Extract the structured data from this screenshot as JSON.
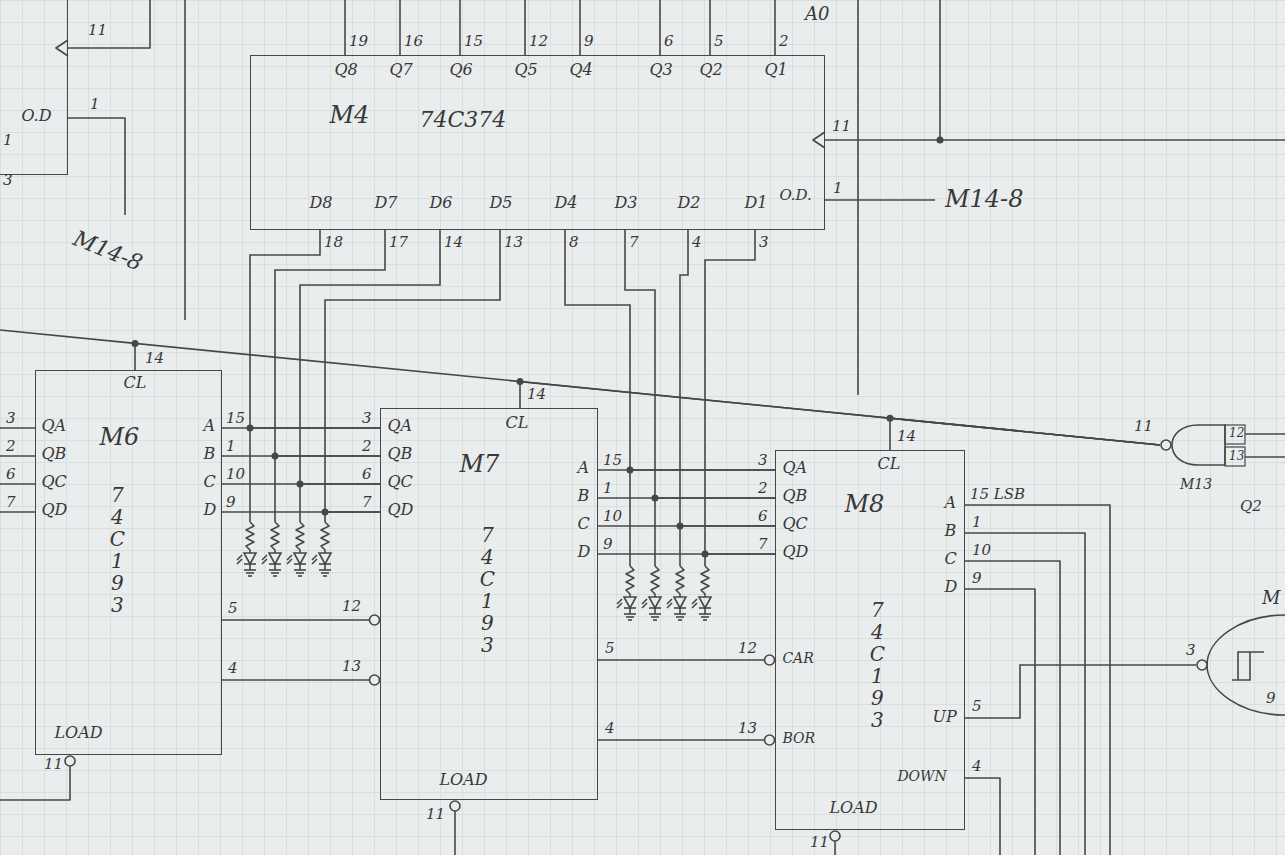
{
  "diagram": {
    "nodes": [
      {
        "text": [
          "O.D"
        ]
      },
      {
        "text": [
          "M4",
          "74C374",
          "Q8",
          "Q7",
          "Q6",
          "Q5",
          "Q4",
          "Q3",
          "Q2",
          "Q1",
          "D8",
          "D7",
          "D6",
          "D5",
          "D4",
          "D3",
          "D2",
          "D1",
          "O.D."
        ]
      },
      {
        "text": [
          "CL",
          "QA",
          "QB",
          "QC",
          "QD",
          "M6",
          "A",
          "B",
          "C",
          "D",
          "74C193",
          "LOAD"
        ]
      },
      {
        "text": [
          "CL",
          "QA",
          "QB",
          "QC",
          "QD",
          "M7",
          "A",
          "B",
          "C",
          "D",
          "74C193",
          "LOAD"
        ]
      },
      {
        "text": [
          "CL",
          "QA",
          "QB",
          "QC",
          "QD",
          "M8",
          "A",
          "B",
          "C",
          "D",
          "74C193",
          "UP",
          "CAR",
          "BOR",
          "DOWN",
          "LOAD"
        ]
      },
      {
        "text": [
          "M13"
        ]
      },
      {
        "text": [
          "M"
        ]
      }
    ],
    "edges": [
      {
        "from": 2,
        "to": 3,
        "arrow": "none"
      },
      {
        "from": 2,
        "to": 3,
        "arrow": "none"
      },
      {
        "from": 3,
        "to": 4,
        "arrow": "none"
      },
      {
        "from": 3,
        "to": 4,
        "arrow": "none"
      },
      {
        "from": 5,
        "to": 2,
        "arrow": "none"
      },
      {
        "from": 5,
        "to": 3,
        "arrow": "none"
      },
      {
        "from": 5,
        "to": 4,
        "arrow": "none"
      },
      {
        "from": 6,
        "to": 4,
        "arrow": "none"
      },
      {
        "from": 3,
        "to": 2,
        "arrow": "none"
      },
      {
        "from": 3,
        "to": 2,
        "arrow": "none"
      },
      {
        "from": 3,
        "to": 2,
        "arrow": "none"
      },
      {
        "from": 3,
        "to": 2,
        "arrow": "none"
      },
      {
        "from": 4,
        "to": 3,
        "arrow": "none"
      },
      {
        "from": 4,
        "to": 3,
        "arrow": "none"
      },
      {
        "from": 4,
        "to": 3,
        "arrow": "none"
      },
      {
        "from": 4,
        "to": 3,
        "arrow": "none"
      },
      {
        "from": 3,
        "to": 1,
        "arrow": "none"
      },
      {
        "from": 3,
        "to": 1,
        "arrow": "none"
      },
      {
        "from": 3,
        "to": 1,
        "arrow": "none"
      },
      {
        "from": 3,
        "to": 1,
        "arrow": "none"
      },
      {
        "from": 4,
        "to": 1,
        "arrow": "none"
      },
      {
        "from": 4,
        "to": 1,
        "arrow": "none"
      },
      {
        "from": 4,
        "to": 1,
        "arrow": "none"
      },
      {
        "from": 4,
        "to": 1,
        "arrow": "none"
      }
    ],
    "labels": [
      "11",
      "1",
      "1",
      "3",
      "M14-8",
      "19",
      "16",
      "15",
      "12",
      "9",
      "6",
      "5",
      "2",
      "A0",
      "11",
      "1",
      "M14-8",
      "18",
      "17",
      "14",
      "13",
      "8",
      "7",
      "4",
      "3",
      "3",
      "2",
      "6",
      "7",
      "14",
      "15",
      "1",
      "10",
      "9",
      "5",
      "4",
      "11",
      "3",
      "2",
      "6",
      "7",
      "12",
      "13",
      "14",
      "15",
      "1",
      "10",
      "9",
      "5",
      "4",
      "11",
      "3",
      "2",
      "6",
      "7",
      "12",
      "13",
      "14",
      "15 LSB",
      "1",
      "10",
      "9",
      "5",
      "4",
      "11",
      "11",
      "12",
      "13",
      "Q2",
      "3",
      "9"
    ]
  }
}
